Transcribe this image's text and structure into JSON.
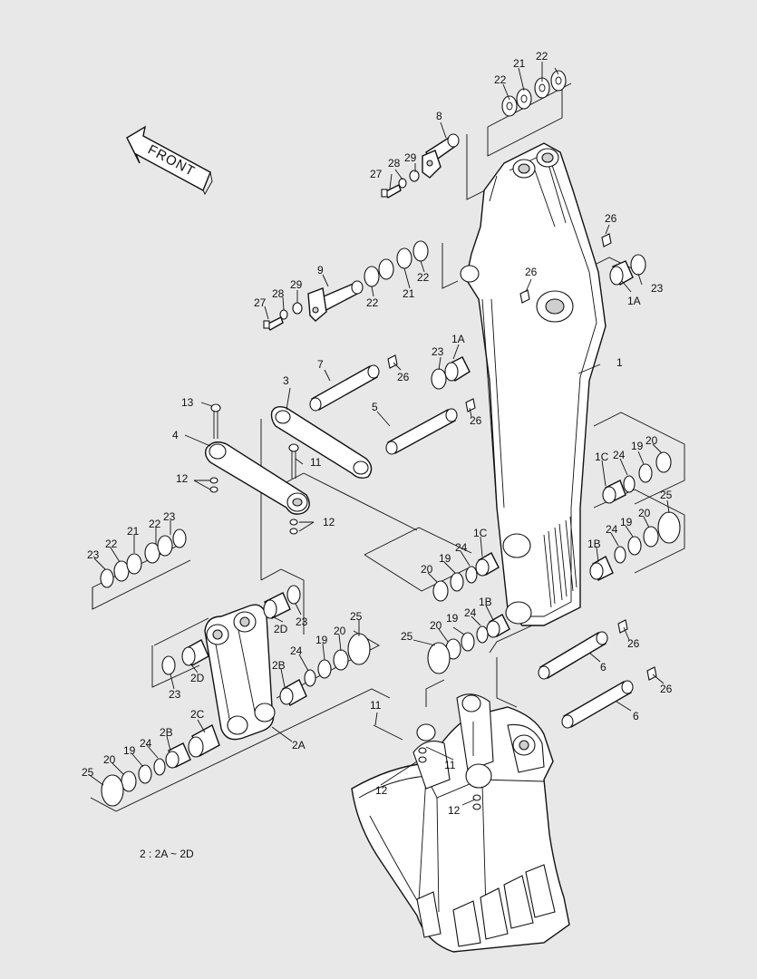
{
  "callouts": [
    {
      "id": "c-22-top-a",
      "text": "22"
    },
    {
      "id": "c-21-top",
      "text": "21"
    },
    {
      "id": "c-22-top-b",
      "text": "22"
    },
    {
      "id": "c-8",
      "text": "8"
    },
    {
      "id": "c-27-top",
      "text": "27"
    },
    {
      "id": "c-28-top",
      "text": "28"
    },
    {
      "id": "c-29-top",
      "text": "29"
    },
    {
      "id": "c-26-a",
      "text": "26"
    },
    {
      "id": "c-23-a",
      "text": "23"
    },
    {
      "id": "c-1A-a",
      "text": "1A"
    },
    {
      "id": "c-26-b",
      "text": "26"
    },
    {
      "id": "c-9",
      "text": "9"
    },
    {
      "id": "c-27-mid",
      "text": "27"
    },
    {
      "id": "c-28-mid",
      "text": "28"
    },
    {
      "id": "c-29-mid",
      "text": "29"
    },
    {
      "id": "c-22-mid-a",
      "text": "22"
    },
    {
      "id": "c-21-mid",
      "text": "21"
    },
    {
      "id": "c-22-mid-b",
      "text": "22"
    },
    {
      "id": "c-23-b",
      "text": "23"
    },
    {
      "id": "c-1A-b",
      "text": "1A"
    },
    {
      "id": "c-7",
      "text": "7"
    },
    {
      "id": "c-26-c",
      "text": "26"
    },
    {
      "id": "c-1",
      "text": "1"
    },
    {
      "id": "c-3",
      "text": "3"
    },
    {
      "id": "c-13",
      "text": "13"
    },
    {
      "id": "c-5",
      "text": "5"
    },
    {
      "id": "c-26-d",
      "text": "26"
    },
    {
      "id": "c-4",
      "text": "4"
    },
    {
      "id": "c-11-a",
      "text": "11"
    },
    {
      "id": "c-12-a",
      "text": "12"
    },
    {
      "id": "c-12-b",
      "text": "12"
    },
    {
      "id": "c-1C-a",
      "text": "1C"
    },
    {
      "id": "c-24-a",
      "text": "24"
    },
    {
      "id": "c-19-a",
      "text": "19"
    },
    {
      "id": "c-20-a",
      "text": "20"
    },
    {
      "id": "c-25-a",
      "text": "25"
    },
    {
      "id": "c-1B-a",
      "text": "1B"
    },
    {
      "id": "c-24-b",
      "text": "24"
    },
    {
      "id": "c-19-b",
      "text": "19"
    },
    {
      "id": "c-20-b",
      "text": "20"
    },
    {
      "id": "c-23-c",
      "text": "23"
    },
    {
      "id": "c-22-c",
      "text": "22"
    },
    {
      "id": "c-21-c",
      "text": "21"
    },
    {
      "id": "c-22-d",
      "text": "22"
    },
    {
      "id": "c-23-d",
      "text": "23"
    },
    {
      "id": "c-1C-b",
      "text": "1C"
    },
    {
      "id": "c-24-c",
      "text": "24"
    },
    {
      "id": "c-19-c",
      "text": "19"
    },
    {
      "id": "c-20-c",
      "text": "20"
    },
    {
      "id": "c-1B-b",
      "text": "1B"
    },
    {
      "id": "c-24-d",
      "text": "24"
    },
    {
      "id": "c-19-d",
      "text": "19"
    },
    {
      "id": "c-20-d",
      "text": "20"
    },
    {
      "id": "c-25-b",
      "text": "25"
    },
    {
      "id": "c-2D-a",
      "text": "2D"
    },
    {
      "id": "c-23-e",
      "text": "23"
    },
    {
      "id": "c-25-c",
      "text": "25"
    },
    {
      "id": "c-20-e",
      "text": "20"
    },
    {
      "id": "c-19-e",
      "text": "19"
    },
    {
      "id": "c-24-e",
      "text": "24"
    },
    {
      "id": "c-2B-a",
      "text": "2B"
    },
    {
      "id": "c-2D-b",
      "text": "2D"
    },
    {
      "id": "c-23-f",
      "text": "23"
    },
    {
      "id": "c-26-e",
      "text": "26"
    },
    {
      "id": "c-6-a",
      "text": "6"
    },
    {
      "id": "c-26-f",
      "text": "26"
    },
    {
      "id": "c-6-b",
      "text": "6"
    },
    {
      "id": "c-11-b",
      "text": "11"
    },
    {
      "id": "c-11-c",
      "text": "11"
    },
    {
      "id": "c-12-c",
      "text": "12"
    },
    {
      "id": "c-12-d",
      "text": "12"
    },
    {
      "id": "c-2C",
      "text": "2C"
    },
    {
      "id": "c-2A",
      "text": "2A"
    },
    {
      "id": "c-24-f",
      "text": "24"
    },
    {
      "id": "c-2B-b",
      "text": "2B"
    },
    {
      "id": "c-19-f",
      "text": "19"
    },
    {
      "id": "c-20-f",
      "text": "20"
    },
    {
      "id": "c-25-d",
      "text": "25"
    }
  ],
  "front_label": "FRONT",
  "footnote": "2 : 2A ~ 2D"
}
